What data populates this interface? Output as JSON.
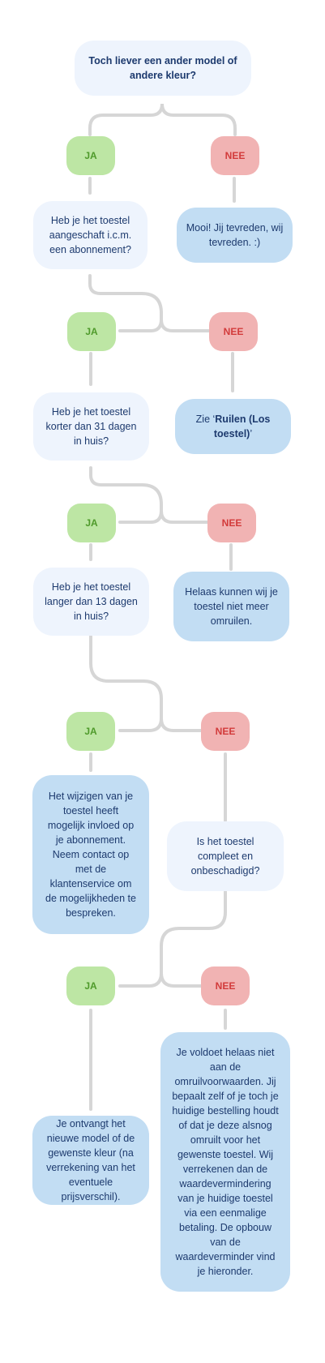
{
  "labels": {
    "yes": "JA",
    "no": "NEE"
  },
  "intro_question": "Toch liever een ander model of andere kleur?",
  "steps": [
    {
      "question": "Heb je het toestel aangeschaft i.c.m. een abonnement?",
      "no_answer": "Mooi! Jij tevreden, wij tevreden. :)"
    },
    {
      "question": "Heb je het toestel korter dan 31 dagen in huis?",
      "no_answer_prefix": "Zie ‘",
      "no_answer_link": "Ruilen (Los toestel)",
      "no_answer_suffix": "’"
    },
    {
      "question": "Heb je het toestel langer dan 13 dagen in huis?",
      "no_answer": "Helaas kunnen wij je toestel niet meer omruilen."
    },
    {
      "yes_answer": "Het wijzigen van je toestel heeft mogelijk invloed op je abonnement. Neem contact op met de klantenservice om de mogelijkheden te bespreken.",
      "question": "Is het toestel compleet en onbeschadigd?"
    },
    {
      "yes_answer": "Je ontvangt het nieuwe model of de gewenste kleur (na verrekening van het eventuele prijsverschil).",
      "no_answer": "Je voldoet helaas niet aan de omruilvoorwaarden. Jij bepaalt zelf of je toch je huidige bestelling houdt of dat je deze alsnog omruilt voor het gewenste toestel. Wij verrekenen dan de waardevermindering van je huidige toestel via een eenmalige betaling. De opbouw van de waardeverminder vind je hieronder."
    }
  ],
  "colors": {
    "connector": "#d6d6d6",
    "question_bg": "#eef4fd",
    "answer_bg": "#c2ddf3",
    "yes_bg": "#bde6a4",
    "no_bg": "#f1b3b3",
    "text": "#1d3a6e"
  }
}
